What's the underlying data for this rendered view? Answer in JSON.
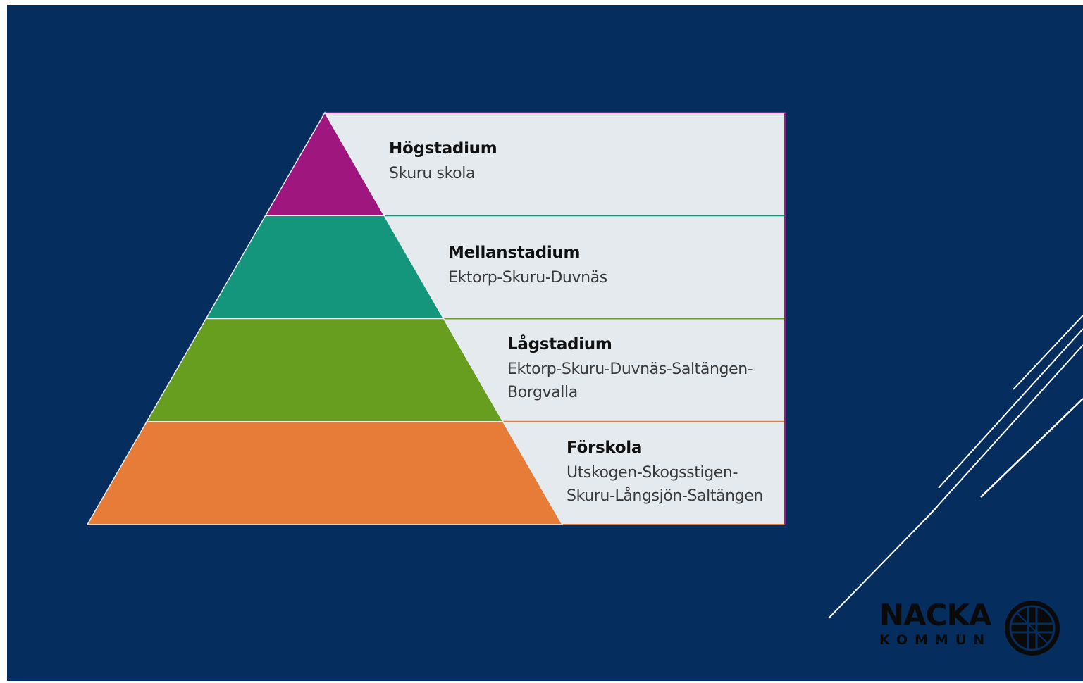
{
  "levels": [
    {
      "title": "Högstadium",
      "lines": [
        "Skuru skola"
      ],
      "color": "#a0167f",
      "line_color": "#17967e"
    },
    {
      "title": "Mellanstadium",
      "lines": [
        "Ektorp-Skuru-Duvnäs"
      ],
      "color": "#13967c",
      "line_color": "#6a9e22"
    },
    {
      "title": "Lågstadium",
      "lines": [
        "Ektorp-Skuru-Duvnäs-Saltängen-",
        "Borgvalla"
      ],
      "color": "#689e1f",
      "line_color": "#e77d38"
    },
    {
      "title": "Förskola",
      "lines": [
        "Utskogen-Skogsstigen-",
        "Skuru-Långsjön-Saltängen"
      ],
      "color": "#e67c37",
      "line_color": "#e67c37"
    }
  ],
  "logo": {
    "name": "NACKA",
    "subtitle": "KOMMUN",
    "icon": "nacka-emblem-icon"
  },
  "colors": {
    "background": "#052d5e",
    "panel": "#e5eaef",
    "deco_lines": "#ffffff"
  }
}
